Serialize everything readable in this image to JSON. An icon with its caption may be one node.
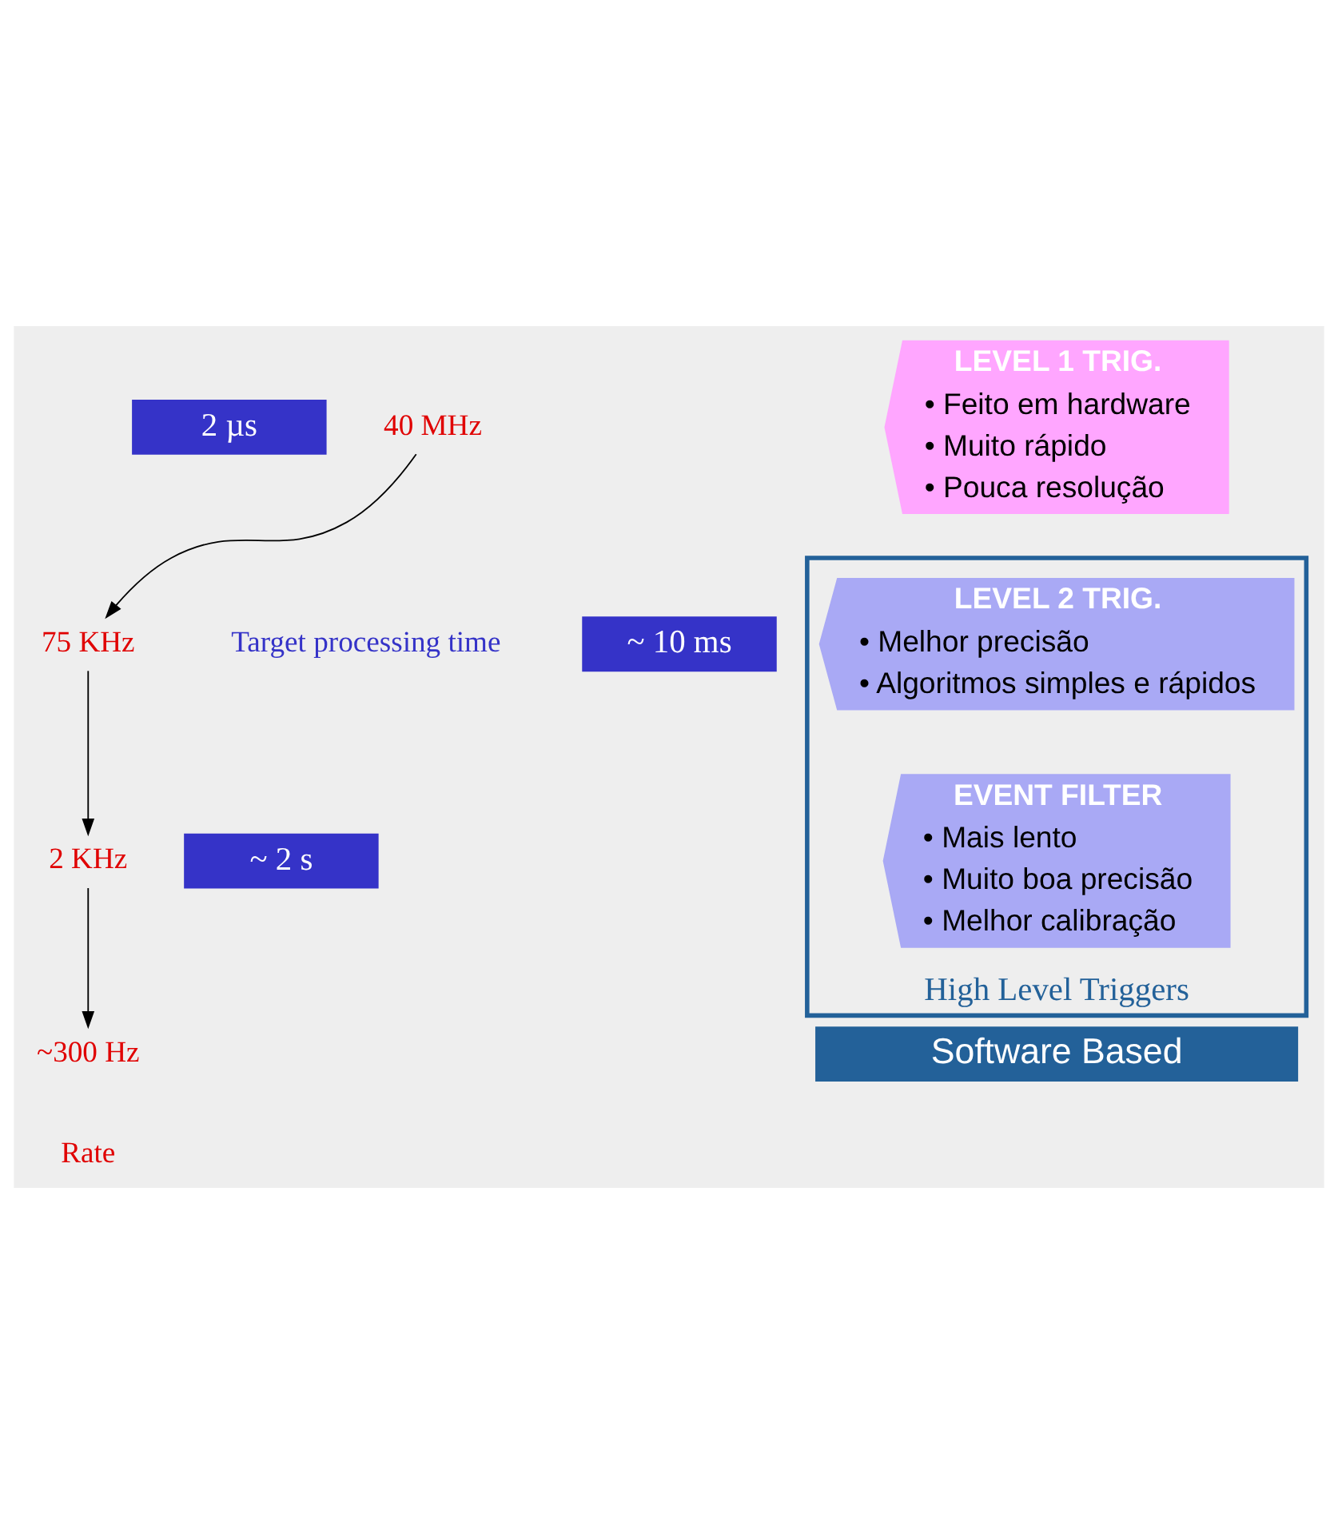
{
  "diagram": {
    "nodes": [
      {
        "text": [
          "LEVEL 1 TRIG.",
          "• Feito em hardware",
          "• Muito rápido",
          "• Pouca resolução"
        ]
      },
      {
        "text": [
          "High Level Triggers"
        ]
      },
      {
        "text": [
          "LEVEL 2 TRIG.",
          "• Melhor precisão",
          "• Algoritmos simples e rápidos"
        ],
        "in": 1
      },
      {
        "text": [
          "EVENT FILTER",
          "• Mais lento",
          "• Muito boa precisão",
          "• Melhor calibração"
        ],
        "in": 1
      },
      {
        "text": [
          "Software Based"
        ]
      },
      {
        "text": [
          "40 MHz"
        ]
      },
      {
        "text": [
          "75 KHz"
        ]
      },
      {
        "text": [
          "2 KHz"
        ]
      },
      {
        "text": [
          "~300 Hz"
        ]
      },
      {
        "text": [
          "2 µs"
        ]
      },
      {
        "text": [
          "~ 10 ms"
        ]
      },
      {
        "text": [
          "~ 2 s"
        ]
      }
    ],
    "edges": [
      {
        "from": 5,
        "to": 6,
        "arrow": "to"
      },
      {
        "from": 6,
        "to": 7,
        "arrow": "to"
      },
      {
        "from": 7,
        "to": 8,
        "arrow": "to"
      }
    ],
    "labels": [
      "Target processing time",
      "Rate"
    ]
  }
}
